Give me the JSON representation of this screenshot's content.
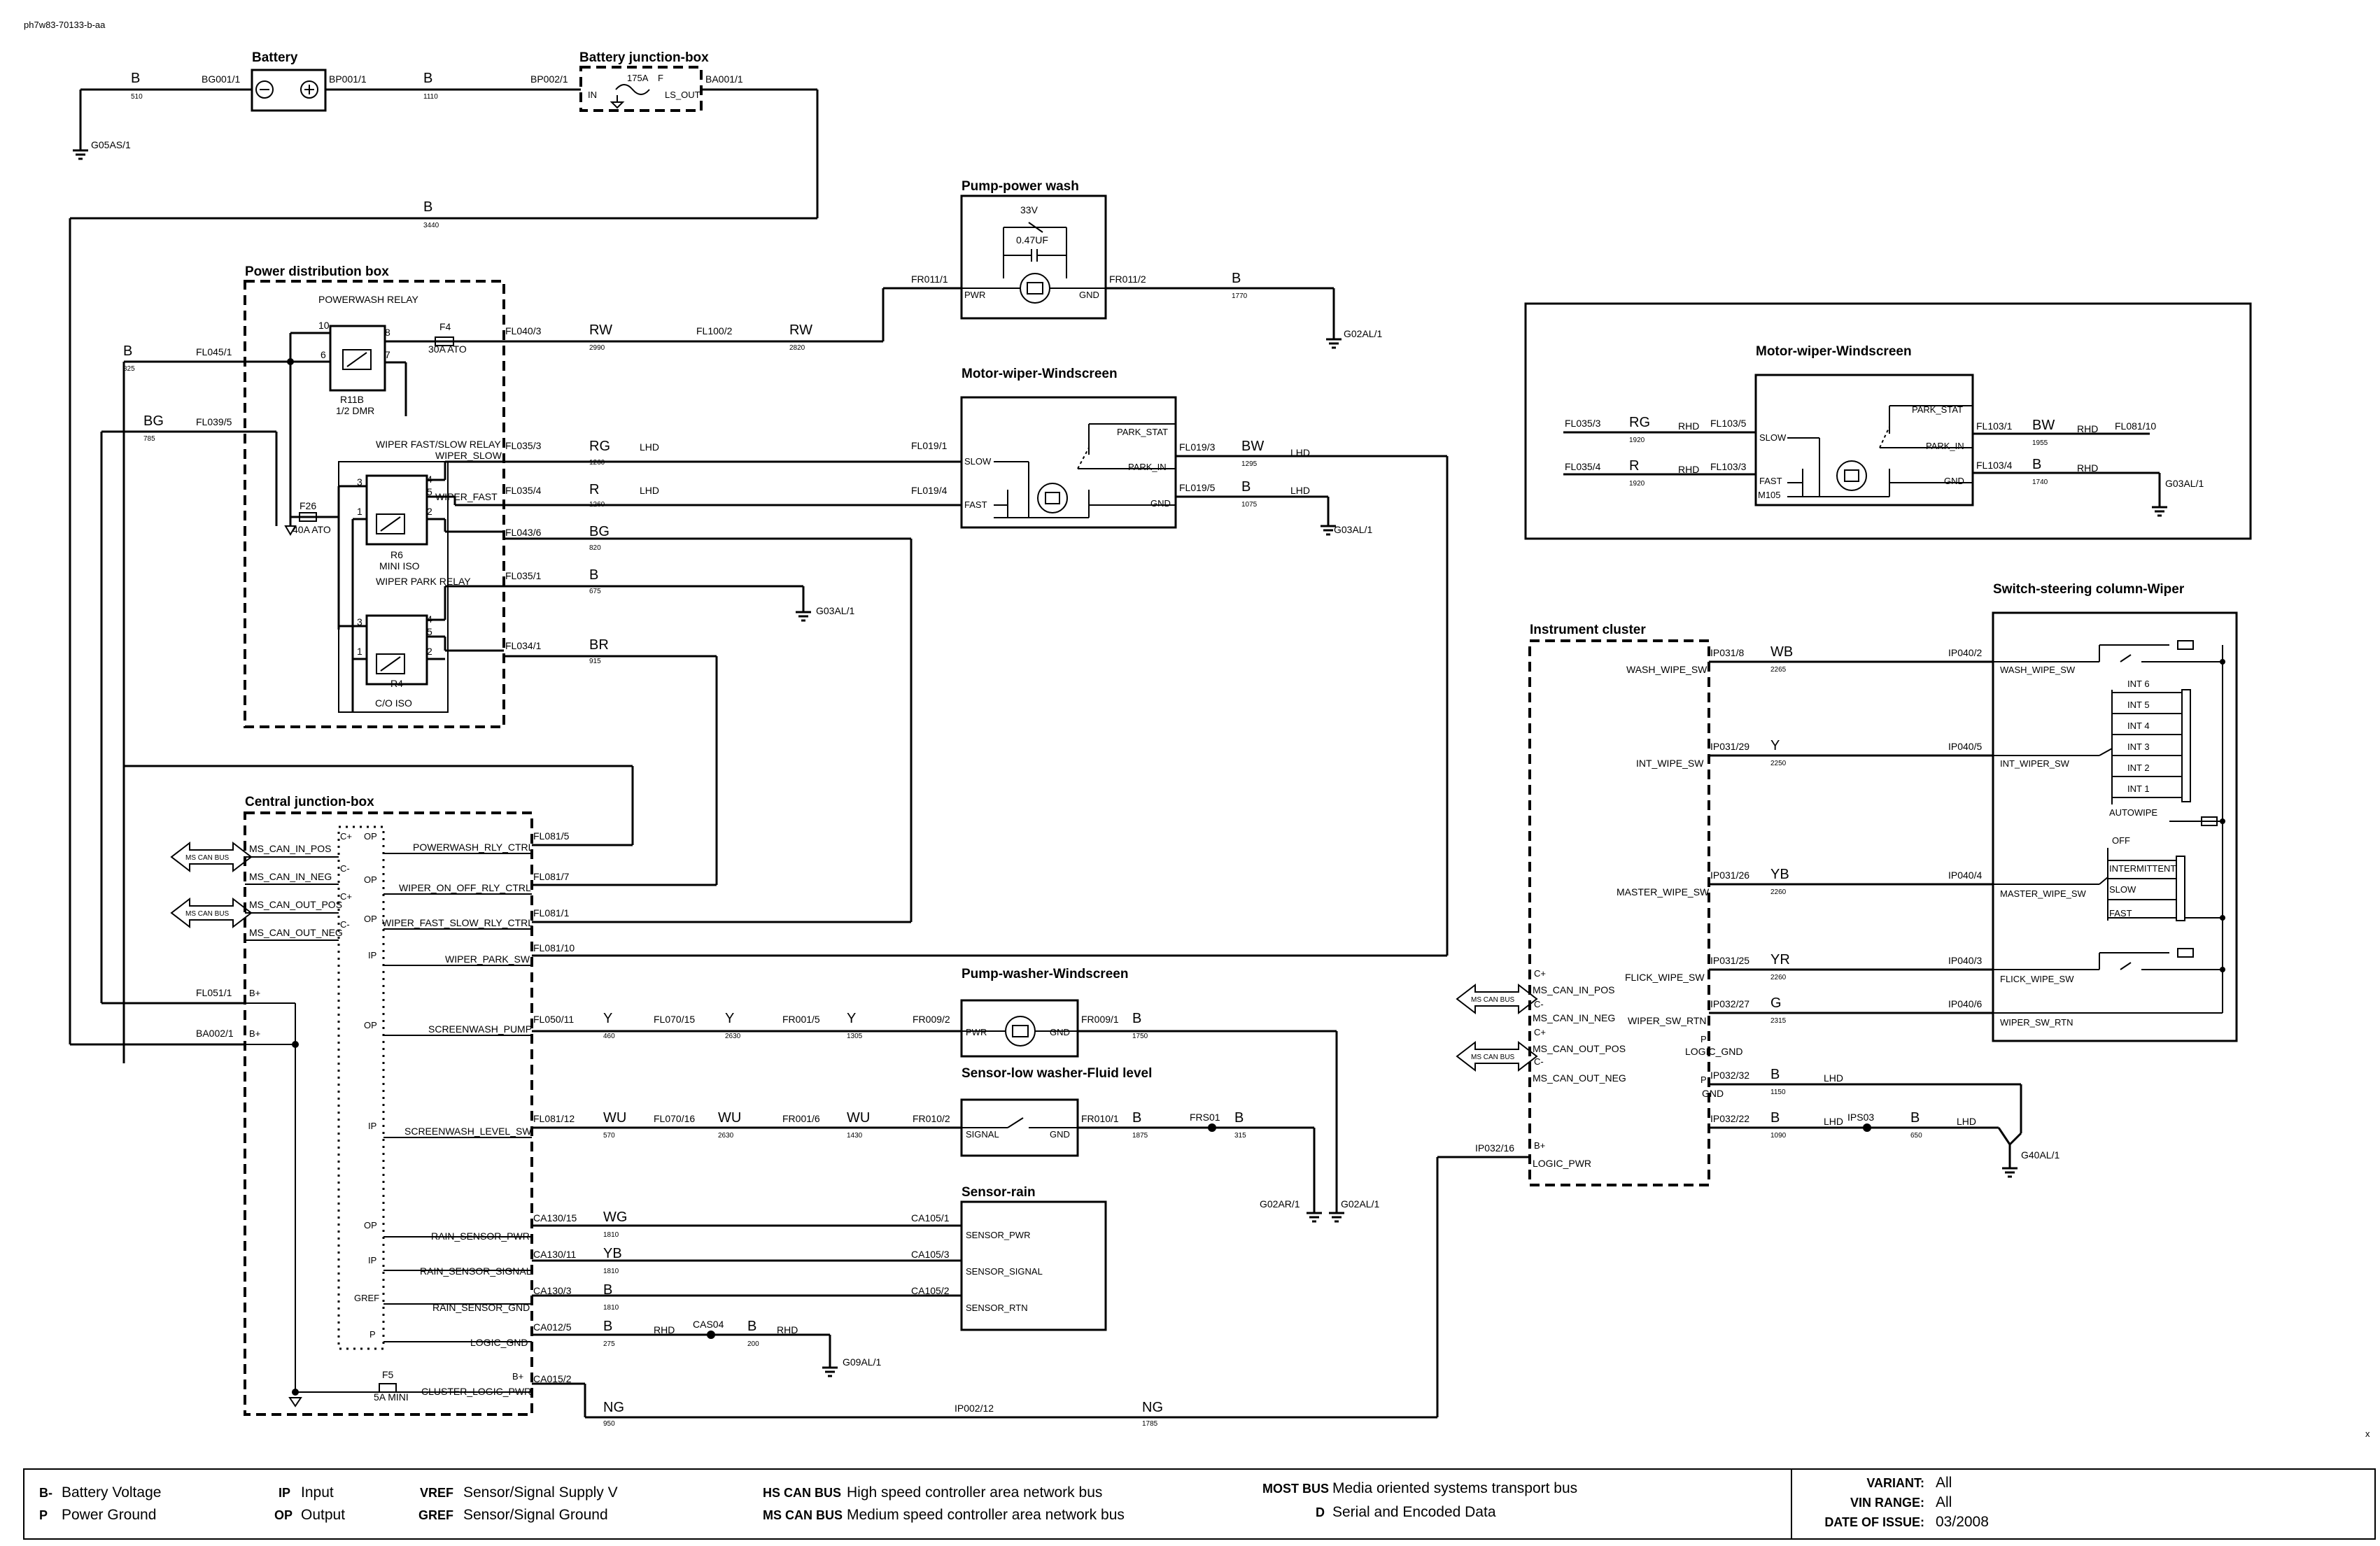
{
  "doc_id": "ph7w83-70133-b-aa",
  "corner_mark": "x",
  "components": {
    "battery": "Battery",
    "battery_jb": "Battery junction-box",
    "pdb": "Power distribution box",
    "powerwash_relay": "POWERWASH RELAY",
    "wiper_fs_relay": "WIPER FAST/SLOW RELAY",
    "wiper_park_relay": "WIPER PARK RELAY",
    "pump_power_wash": "Pump-power wash",
    "motor_wiper": "Motor-wiper-Windscreen",
    "cjb": "Central junction-box",
    "pump_washer": "Pump-washer-Windscreen",
    "sensor_low_washer": "Sensor-low washer-Fluid level",
    "sensor_rain": "Sensor-rain",
    "instrument_cluster": "Instrument cluster",
    "switch_steering": "Switch-steering column-Wiper",
    "motor_wiper_rhd": "Motor-wiper-Windscreen"
  },
  "legend": {
    "items": [
      {
        "key": "B-",
        "text": "Battery Voltage"
      },
      {
        "key": "P",
        "text": "Power Ground"
      },
      {
        "key": "IP",
        "text": "Input"
      },
      {
        "key": "OP",
        "text": "Output"
      },
      {
        "key": "VREF",
        "text": "Sensor/Signal Supply V"
      },
      {
        "key": "GREF",
        "text": "Sensor/Signal Ground"
      },
      {
        "key": "HS CAN BUS",
        "text": "High speed controller area network bus"
      },
      {
        "key": "MS CAN BUS",
        "text": "Medium speed controller area network bus"
      },
      {
        "key": "MOST BUS",
        "text": "Media oriented systems transport bus"
      },
      {
        "key": "D",
        "text": "Serial and Encoded Data"
      }
    ],
    "info": [
      {
        "key": "VARIANT:",
        "value": "All"
      },
      {
        "key": "VIN RANGE:",
        "value": "All"
      },
      {
        "key": "DATE OF ISSUE:",
        "value": "03/2008"
      }
    ]
  }
}
